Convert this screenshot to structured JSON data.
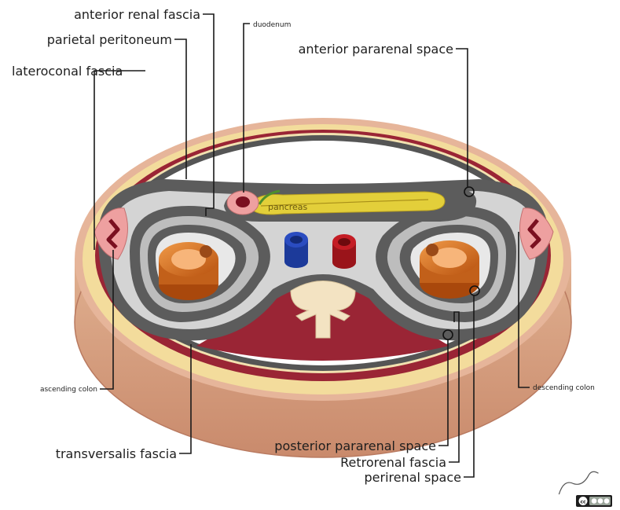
{
  "labels": {
    "anterior_renal_fascia": "anterior renal fascia",
    "parietal_peritoneum": "parietal peritoneum",
    "lateroconal_fascia": "lateroconal fascia",
    "duodenum": "duodenum",
    "anterior_pararenal_space": "anterior pararenal space",
    "pancreas": "pancreas",
    "ascending_colon": "ascending colon",
    "descending_colon": "descending colon",
    "transversalis_fascia": "transversalis fascia",
    "posterior_pararenal_space": "posterior pararenal space",
    "retrorenal_fascia": "Retrorenal fascia",
    "perirenal_space": "perirenal space"
  },
  "signature": "A. Bhutta",
  "license_badge": "cc by nc sa",
  "colors": {
    "skin_outer": "#d9a385",
    "fat_layer": "#f3dc9c",
    "muscle": "#9a2535",
    "fascia_gray": "#5c5c5c",
    "space_light": "#cfcfcf",
    "kidney": "#e27a2c",
    "pancreas": "#e3cf3a",
    "ivc": "#2a4cc0",
    "aorta": "#c41c24",
    "vertebra": "#f3e3c2",
    "colon": "#eea0a0"
  }
}
